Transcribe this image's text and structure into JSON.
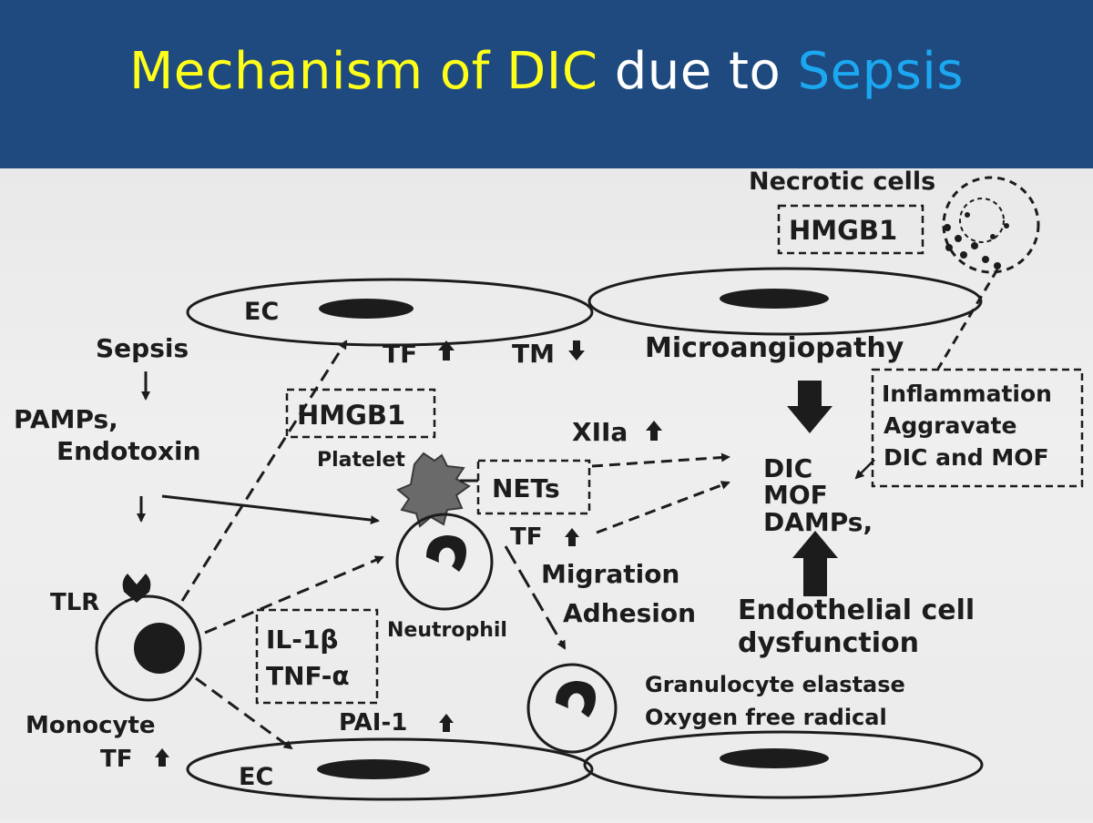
{
  "title": {
    "part1": "Mechanism of DIC",
    "part2": "due to",
    "part3": "Sepsis",
    "color1": "#ffff1a",
    "color2": "#ffffff",
    "color3": "#1ba8f0"
  },
  "diagram": {
    "necrotic_cells": "Necrotic cells",
    "hmgb1_top": "HMGB1",
    "ec_top": "EC",
    "sepsis": "Sepsis",
    "tf_up_top": "TF",
    "tm_down": "TM",
    "microangiopathy": "Microangiopathy",
    "inflammation": "Inflammation",
    "aggravate": "Aggravate",
    "dic_and_mof": "DIC and MOF",
    "pamps": "PAMPs,",
    "endotoxin": "Endotoxin",
    "hmgb1_mid": "HMGB1",
    "platelet": "Platelet",
    "xiia": "XIIa",
    "nets": "NETs",
    "dic": "DIC",
    "mof": "MOF",
    "damps": "DAMPs,",
    "tf_mid": "TF",
    "migration": "Migration",
    "adhesion": "Adhesion",
    "tlr": "TLR",
    "neutrophil": "Neutrophil",
    "endothelial_cell": "Endothelial cell",
    "dysfunction": "dysfunction",
    "il1b": "IL-1β",
    "tnfa": "TNF-α",
    "granulocyte_elastase": "Granulocyte elastase",
    "oxygen_free_radical": "Oxygen free radical",
    "monocyte": "Monocyte",
    "tf_monocyte": "TF",
    "pai1": "PAI-1",
    "ec_bottom": "EC"
  }
}
